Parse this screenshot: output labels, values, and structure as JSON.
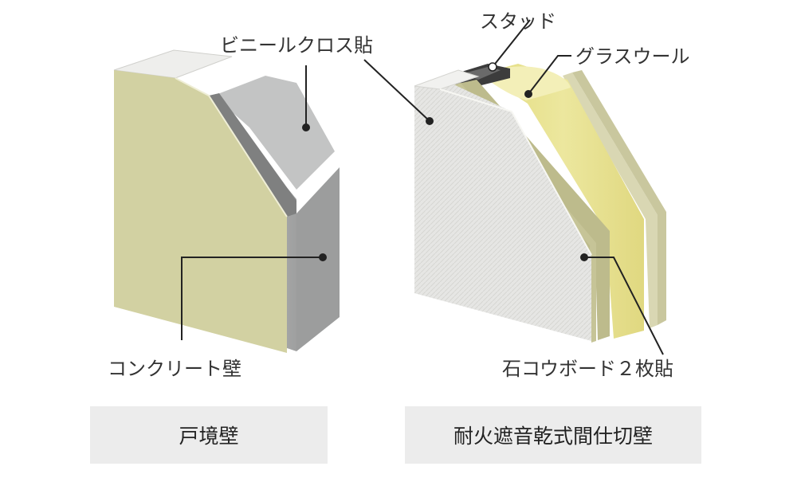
{
  "left_wall": {
    "caption": "戸境壁",
    "labels": {
      "vinyl_cloth": "ビニールクロス貼",
      "concrete": "コンクリート壁"
    }
  },
  "right_wall": {
    "caption": "耐火遮音乾式間仕切壁",
    "labels": {
      "stud": "スタッド",
      "glass_wool": "グラスウール",
      "gypsum_board": "石コウボード２枚貼"
    }
  },
  "colors": {
    "wall_face": "#d2d1a2",
    "concrete_gray": "#a7a8a8",
    "glass_wool_yellow": "#e9e59a",
    "caption_bg": "#ececec",
    "leader_line": "#222222"
  }
}
